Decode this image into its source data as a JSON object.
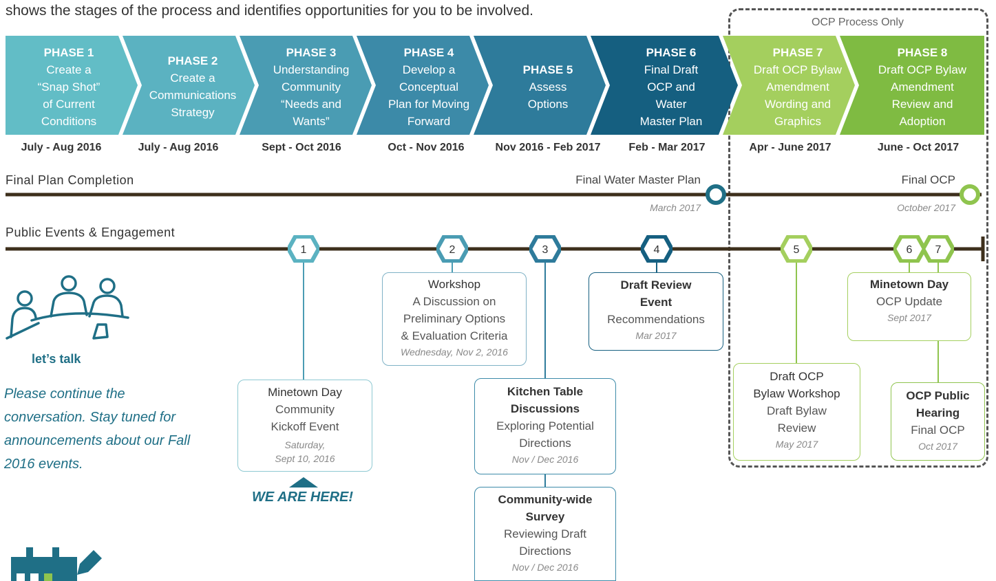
{
  "intro_text": "shows the stages of the process and identifies opportunities for you to be involved.",
  "ocp_only_label": "OCP Process Only",
  "colors": {
    "phase1": "#62bdc6",
    "phase2": "#5bb2c1",
    "phase3": "#4a9cb3",
    "phase4": "#3c8aa8",
    "phase5": "#2e7b9b",
    "phase6": "#155f80",
    "phase7": "#a4cf5e",
    "phase8": "#7fbb42",
    "timeline": "#3d2f1c",
    "blue_ring": "#1f6f86",
    "green_ring": "#8fc44e"
  },
  "phases": [
    {
      "title": "PHASE 1",
      "lines": [
        "Create a",
        "“Snap Shot”",
        "of Current",
        "Conditions"
      ],
      "date": "July - Aug 2016"
    },
    {
      "title": "PHASE 2",
      "lines": [
        "Create a",
        "Communications",
        "Strategy"
      ],
      "date": "July - Aug 2016"
    },
    {
      "title": "PHASE 3",
      "lines": [
        "Understanding",
        "Community",
        "“Needs and",
        "Wants”"
      ],
      "date": "Sept - Oct 2016"
    },
    {
      "title": "PHASE 4",
      "lines": [
        "Develop a",
        "Conceptual",
        "Plan for Moving",
        "Forward"
      ],
      "date": "Oct - Nov 2016"
    },
    {
      "title": "PHASE 5",
      "lines": [
        "Assess",
        "Options"
      ],
      "date": "Nov 2016 - Feb 2017"
    },
    {
      "title": "PHASE 6",
      "lines": [
        "Final Draft",
        "OCP and",
        "Water",
        "Master Plan"
      ],
      "date": "Feb - Mar 2017"
    },
    {
      "title": "PHASE 7",
      "lines": [
        "Draft OCP Bylaw",
        "Amendment",
        "Wording and",
        "Graphics"
      ],
      "date": "Apr - June 2017"
    },
    {
      "title": "PHASE 8",
      "lines": [
        "Draft OCP Bylaw",
        "Amendment",
        "Review and",
        "Adoption"
      ],
      "date": "June - Oct 2017"
    }
  ],
  "final_plan": {
    "row_label": "Final Plan Completion",
    "water_label": "Final Water Master Plan",
    "water_date": "March 2017",
    "ocp_label": "Final OCP",
    "ocp_date": "October 2017"
  },
  "public_events": {
    "row_label": "Public Events & Engagement",
    "markers": [
      "1",
      "2",
      "3",
      "4",
      "5",
      "6",
      "7"
    ]
  },
  "cards": {
    "c1": {
      "title": "Minetown Day",
      "lines": [
        "Community",
        "Kickoff Event"
      ],
      "date1": "Saturday,",
      "date2": "Sept 10, 2016"
    },
    "c2": {
      "title": "Workshop",
      "lines": [
        "A Discussion on",
        "Preliminary Options",
        "& Evaluation Criteria"
      ],
      "date": "Wednesday, Nov 2, 2016"
    },
    "c3a": {
      "title1": "Kitchen Table",
      "title2": "Discussions",
      "lines": [
        "Exploring Potential",
        "Directions"
      ],
      "date": "Nov / Dec 2016"
    },
    "c3b": {
      "title1": "Community-wide",
      "title2": "Survey",
      "lines": [
        "Reviewing Draft",
        "Directions"
      ],
      "date": "Nov / Dec 2016"
    },
    "c4": {
      "title1": "Draft Review",
      "title2": "Event",
      "lines": [
        "Recommendations"
      ],
      "date": "Mar 2017"
    },
    "c5": {
      "title1": "Draft OCP",
      "title2": "Bylaw Workshop",
      "lines": [
        "Draft Bylaw",
        "Review"
      ],
      "date": "May 2017"
    },
    "c6": {
      "title": "Minetown Day",
      "lines": [
        "OCP Update"
      ],
      "date": "Sept 2017"
    },
    "c7": {
      "title1": "OCP Public",
      "title2": "Hearing",
      "lines": [
        "Final OCP"
      ],
      "date": "Oct 2017"
    }
  },
  "lets_talk": {
    "label": "let’s talk",
    "text": "Please continue the conversation. Stay tuned for announcements about our Fall 2016 events."
  },
  "we_are_here": "WE ARE HERE!"
}
